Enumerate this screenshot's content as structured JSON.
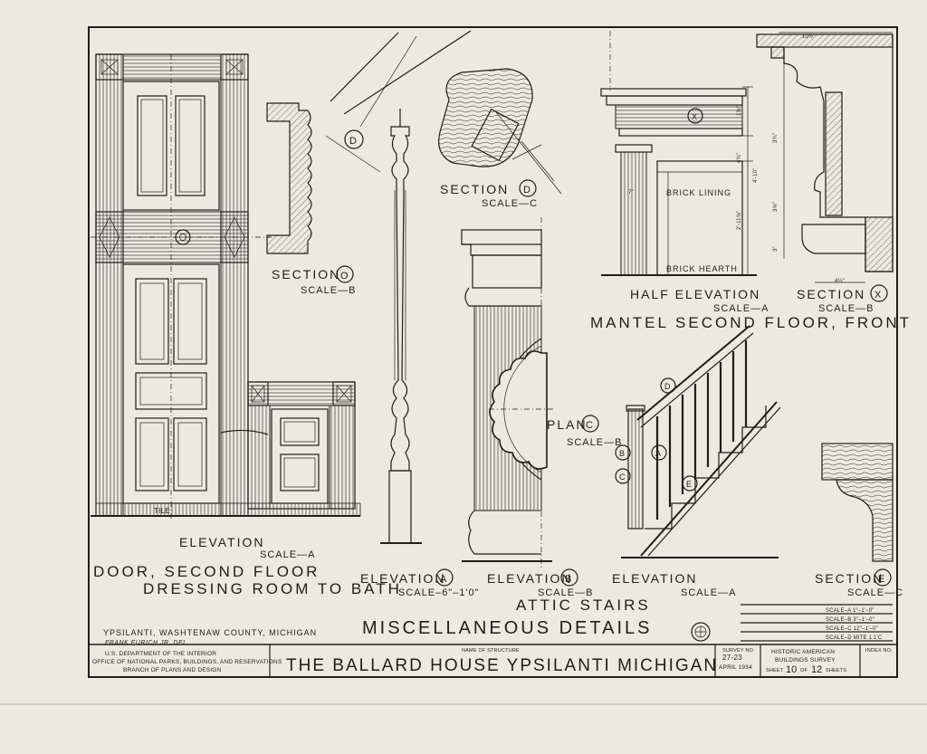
{
  "labels": {
    "elevation_door": "ELEVATION",
    "scale_a_door": "SCALE—A",
    "door_title_1": "DOOR, SECOND FLOOR",
    "door_title_2": "DRESSING ROOM TO BATH",
    "tile": "TILE",
    "section_o": "SECTION",
    "section_o_mark": "O",
    "section_o_scale": "SCALE—B",
    "section_d": "SECTION",
    "section_d_mark": "D",
    "section_d_scale": "SCALE—C",
    "elevation_a": "ELEVATION",
    "elevation_a_mark": "A",
    "elevation_a_scale": "SCALE–6\"–1'0\"",
    "elevation_b": "ELEVATION",
    "elevation_b_mark": "B",
    "elevation_b_scale": "SCALE—B",
    "plan_c": "PLAN",
    "plan_c_mark": "C",
    "plan_c_scale": "SCALE—B",
    "elevation_stairs": "ELEVATION",
    "elevation_stairs_scale": "SCALE—A",
    "attic_stairs": "ATTIC STAIRS",
    "half_elevation": "HALF ELEVATION",
    "half_elevation_scale": "SCALE—A",
    "section_x": "SECTION",
    "section_x_mark": "X",
    "section_x_scale": "SCALE—B",
    "mantel_title": "MANTEL SECOND FLOOR, FRONT",
    "brick_lining": "BRICK LINING",
    "brick_hearth": "BRICK HEARTH",
    "section_e": "SECTION",
    "section_e_mark": "E",
    "section_e_scale": "SCALE—C",
    "location": "YPSILANTI, WASHTENAW COUNTY, MICHIGAN",
    "delineator": "FRANK EURICH JR. DEL.",
    "misc_details": "MISCELLANEOUS DETAILS",
    "mantel_dims": [
      "10½\"",
      "1⅝\"",
      "3\"",
      "4¾\"",
      "4'-10\"",
      "2'-11⅝\"",
      "3⅝\"",
      "7\"",
      "3¾\"",
      "4½\""
    ]
  },
  "scale_bar": {
    "scales": [
      "SCALE–A 1\"–1'–0\"",
      "SCALE–B 3\"–1'–0\"",
      "SCALE–C 12\"–1'–0\"",
      "SCALE–D MITE 1:1'C"
    ]
  },
  "title_block": {
    "agency_line1": "U.S. DEPARTMENT OF THE INTERIOR",
    "agency_line2": "OFFICE OF NATIONAL PARKS, BUILDINGS, AND RESERVATIONS",
    "agency_line3": "BRANCH OF PLANS AND DESIGN",
    "name_caption": "NAME OF STRUCTURE",
    "structure_name": "THE BALLARD HOUSE  YPSILANTI MICHIGAN",
    "survey_caption": "SURVEY NO.",
    "survey_no": "27-23",
    "date": "APRIL 1934",
    "habs_line1": "HISTORIC AMERICAN",
    "habs_line2": "BUILDINGS SURVEY",
    "sheet_prefix": "SHEET",
    "sheet_no": "10",
    "sheet_of": "OF",
    "sheet_total": "12",
    "sheet_suffix": "SHEETS",
    "index_caption": "INDEX NO."
  }
}
